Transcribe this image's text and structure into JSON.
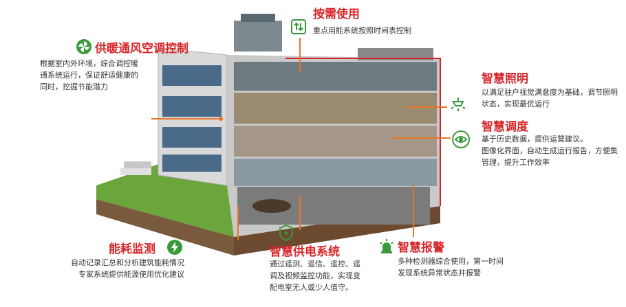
{
  "sections": {
    "demand_use": {
      "title": "按需使用",
      "desc": "重点用能系统按照时间表控制",
      "icon": "updown-arrows-icon"
    },
    "hvac": {
      "title": "供暖通风空调控制",
      "desc_lines": [
        "根据室内外环境，综合调控暖",
        "通系统运行，保证舒适健康的",
        "同时，挖掘节能潜力"
      ],
      "icon": "fan-icon"
    },
    "lighting": {
      "title": "智慧照明",
      "desc_lines": [
        "以满足驻户视觉满意度为基础，调节照明",
        "状态，实现最优运行"
      ],
      "icon": "ceiling-lamp-icon"
    },
    "dispatch": {
      "title": "智慧调度",
      "desc_lines": [
        "基于历史数据，提供运营建议。",
        "图像化界面，自动生成运行报告，方便集",
        "管理，提升工作效率"
      ],
      "icon": "eye-icon"
    },
    "energy_monitor": {
      "title": "能耗监测",
      "desc_lines": [
        "自动记录汇总和分析建筑能耗情况",
        "专家系统提供能源使用优化建议"
      ],
      "icon": "lightning-icon"
    },
    "power_supply": {
      "title": "智慧供电系统",
      "desc_lines": [
        "通过遥测、遥信、遥控、遥",
        "调及视频监控功能，实现变",
        "配电室无人或少人值守。"
      ],
      "icon": "shield-bolt-icon"
    },
    "alarm": {
      "title": "智慧报警",
      "desc_lines": [
        "多种检测器综合使用，第一时间",
        "发现系统异常状态并报警"
      ],
      "icon": "alarm-light-icon"
    }
  },
  "colors": {
    "title_red": "#d7262a",
    "accent_orange": "#e8752a",
    "icon_green": "#3a9a3a"
  }
}
